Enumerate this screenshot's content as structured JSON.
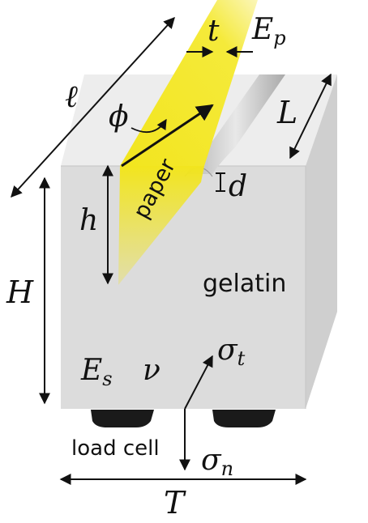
{
  "labels": {
    "ell": "ℓ",
    "t": "t",
    "Ep": "E",
    "Ep_sub": "p",
    "phi": "ϕ",
    "L": "L",
    "paper": "paper",
    "d": "d",
    "h": "h",
    "H": "H",
    "gelatin": "gelatin",
    "Es": "E",
    "Es_sub": "s",
    "nu": "ν",
    "sigma_t": "σ",
    "sigma_t_sub": "t",
    "load_cell": "load cell",
    "sigma_n": "σ",
    "sigma_n_sub": "n",
    "T": "T"
  },
  "colors": {
    "paper_yellow": "#f2e51e",
    "gel_front": "#dcdcdc",
    "gel_top": "#ededed",
    "gel_side": "#cfcfcf",
    "load_cell": "#1a1a1a",
    "ink": "#111111"
  }
}
